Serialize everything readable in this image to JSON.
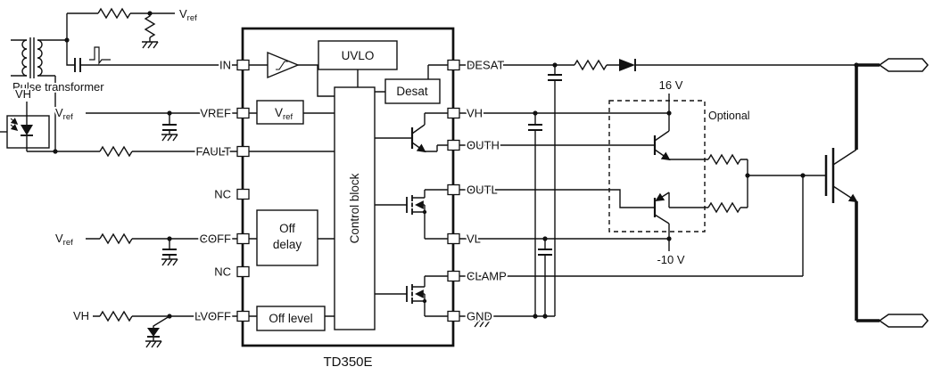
{
  "diagram_title": "TD350E",
  "labels": {
    "pulse_transformer": "Pulse transformer",
    "vh_primary": "VH",
    "vh_lvoff": "VH",
    "vref_base": "V",
    "vref_sub": "ref",
    "supply_16v": "16 V",
    "supply_neg10v": "-10 V",
    "optional": "Optional"
  },
  "ic": {
    "name": "TD350E",
    "pins_left": [
      "IN",
      "VREF",
      "FAULT",
      "NC",
      "COFF",
      "NC",
      "LVOFF"
    ],
    "pins_right": [
      "DESAT",
      "VH",
      "OUTH",
      "OUTL",
      "VL",
      "CLAMP",
      "GND"
    ],
    "blocks": {
      "uvlo": "UVLO",
      "desat": "Desat",
      "control": "Control block",
      "vref_base": "V",
      "vref_sub": "ref",
      "off_delay_line1": "Off",
      "off_delay_line2": "delay",
      "off_level": "Off level"
    }
  }
}
